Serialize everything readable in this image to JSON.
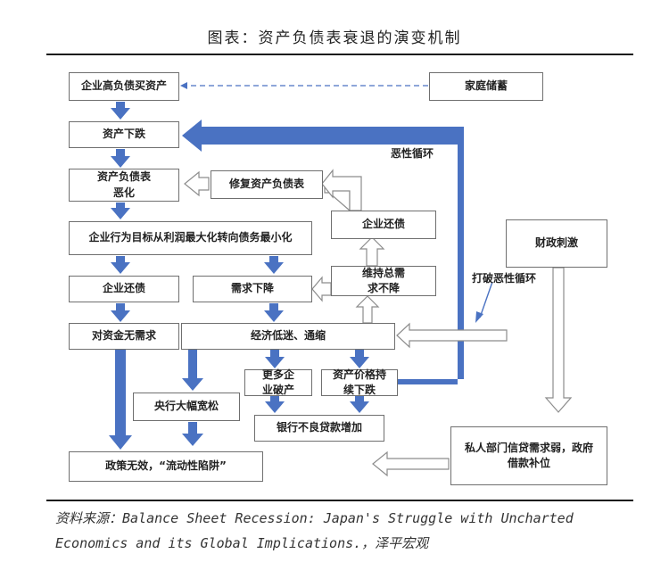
{
  "title": "图表：资产负债表衰退的演变机制",
  "nodes": {
    "corp_high_debt": "企业高负债买资产",
    "household_savings": "家庭储蓄",
    "asset_fall": "资产下跌",
    "bs_deteriorate": "资产负债表\n恶化",
    "repair_bs": "修复资产负债表",
    "corp_repay_top": "企业还债",
    "fiscal_stimulus": "财政刺激",
    "goal_shift": "企业行为目标从利润最大化转向债务最小化",
    "corp_repay": "企业还债",
    "demand_fall": "需求下降",
    "maintain_demand": "维持总需\n求不降",
    "no_fund_demand": "对资金无需求",
    "econ_slow": "经济低迷、通缩",
    "more_bankrupt": "更多企\n业破产",
    "asset_price_fall": "资产价格持\n续下跌",
    "cb_easing": "央行大幅宽松",
    "npl_rise": "银行不良贷款增加",
    "private_credit": "私人部门信贷需求弱，政府\n借款补位",
    "policy_fail": "政策无效，“流动性陷阱”"
  },
  "labels": {
    "vicious_cycle": "恶性循环",
    "break_cycle": "打破恶性循环"
  },
  "source": {
    "line1": "资料来源：Balance Sheet Recession: Japan's Struggle with Uncharted",
    "line2": "Economics and its Global Implications.，泽平宏观"
  },
  "colors": {
    "blue_arrow": "#4a72c2",
    "outline_arrow": "#8c8c8c",
    "box_border": "#6f6f6f",
    "dashed": "#4a72c2"
  }
}
